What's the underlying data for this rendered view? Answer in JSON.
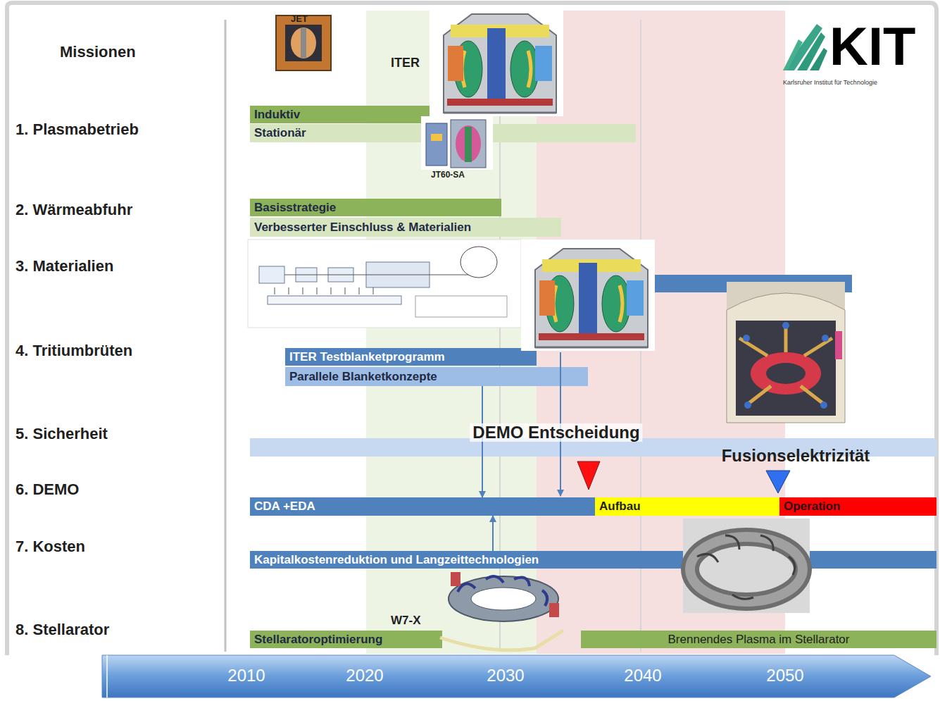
{
  "diagram": {
    "nodes": [
      {
        "text": [
          "Induktiv"
        ]
      },
      {
        "text": [
          "Stationär"
        ]
      },
      {
        "text": [
          "Basisstrategie"
        ]
      },
      {
        "text": [
          "Verbesserter Einschluss & Materialien"
        ]
      },
      {
        "text": [
          "ITER Testblanketprogramm"
        ]
      },
      {
        "text": [
          "Parallele Blanketkonzepte"
        ]
      },
      {
        "text": [
          "CDA +EDA"
        ]
      },
      {
        "text": [
          "Aufbau"
        ]
      },
      {
        "text": [
          "Operation"
        ]
      },
      {
        "text": [
          "Kapitalkostenreduktion und Langzeittechnologien"
        ]
      },
      {
        "text": [
          "Stellaratoroptimierung"
        ]
      },
      {
        "text": [
          "Brennendes Plasma im Stellarator"
        ]
      }
    ],
    "edges": [
      {
        "from": 5,
        "to": 6,
        "arrow": "to"
      },
      {
        "from": 9,
        "to": 6,
        "arrow": "to"
      }
    ],
    "labels": [
      "Missionen",
      "1. Plasmabetrieb",
      "2. Wärmeabfuhr",
      "3. Materialien",
      "4. Tritiumbrüten",
      "5. Sicherheit",
      "6. DEMO",
      "7. Kosten",
      "8. Stellarator",
      "JET",
      "ITER",
      "JT60-SA",
      "W7-X",
      "KIT",
      "Karlsruher Institut für Technologie",
      "DEMO Entscheidung",
      "Fusionselektrizität",
      "2010",
      "2020",
      "2030",
      "2040",
      "2050"
    ]
  }
}
